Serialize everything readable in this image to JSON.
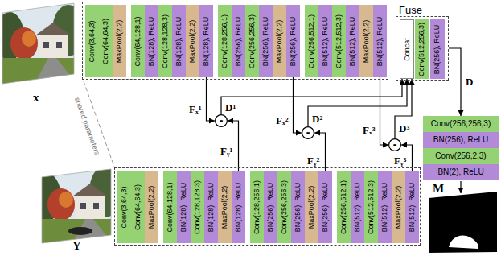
{
  "diagram": {
    "nodes": [
      {
        "text": []
      },
      {
        "text": [
          "Conv(3,64,3)"
        ],
        "in": 0
      },
      {
        "text": [
          "Conv(64,64,3)"
        ],
        "in": 0
      },
      {
        "text": [
          "MaxPool(2,2)"
        ],
        "in": 0
      },
      {
        "text": [
          "Conv(64,128,1)"
        ],
        "in": 0
      },
      {
        "text": [
          "BN(128), ReLU"
        ],
        "in": 0
      },
      {
        "text": [
          "Conv(128,128,3)"
        ],
        "in": 0
      },
      {
        "text": [
          "BN(128), ReLU"
        ],
        "in": 0
      },
      {
        "text": [
          "MaxPool(2,2)"
        ],
        "in": 0
      },
      {
        "text": [
          "BN(128), ReLU"
        ],
        "in": 0
      },
      {
        "text": [
          "Conv(128,256,1)"
        ],
        "in": 0
      },
      {
        "text": [
          "BN(256), ReLU"
        ],
        "in": 0
      },
      {
        "text": [
          "Conv(256,256,3)"
        ],
        "in": 0
      },
      {
        "text": [
          "BN(256), ReLU"
        ],
        "in": 0
      },
      {
        "text": [
          "MaxPool(2,2)"
        ],
        "in": 0
      },
      {
        "text": [
          "BN(256), ReLU"
        ],
        "in": 0
      },
      {
        "text": [
          "Conv(256,512,1)"
        ],
        "in": 0
      },
      {
        "text": [
          "BN(512), ReLU"
        ],
        "in": 0
      },
      {
        "text": [
          "Conv(512,512,3)"
        ],
        "in": 0
      },
      {
        "text": [
          "BN(512), ReLU"
        ],
        "in": 0
      },
      {
        "text": [
          "MaxPool(2,2)"
        ],
        "in": 0
      },
      {
        "text": [
          "BN(512), ReLU"
        ],
        "in": 0
      },
      {
        "text": [
          "Fuse"
        ]
      },
      {
        "text": [
          "Concat"
        ],
        "in": 22
      },
      {
        "text": [
          "Conv(512,256,3)"
        ],
        "in": 22
      },
      {
        "text": [
          "BN(256), ReLU"
        ],
        "in": 22
      },
      {
        "text": [
          "-"
        ]
      },
      {
        "text": [
          "-"
        ]
      },
      {
        "text": [
          "-"
        ]
      },
      {
        "text": [
          "Conv(256,256,3)"
        ]
      },
      {
        "text": [
          "BN(256), ReLU"
        ]
      },
      {
        "text": [
          "Conv(256,2,3)"
        ]
      },
      {
        "text": [
          "BN(2), ReLU"
        ]
      },
      {
        "text": []
      },
      {
        "text": [
          "Conv(3,64,3)"
        ],
        "in": 33
      },
      {
        "text": [
          "Conv(64,64,3)"
        ],
        "in": 33
      },
      {
        "text": [
          "MaxPool(2,2)"
        ],
        "in": 33
      },
      {
        "text": [
          "Conv(64,128,1)"
        ],
        "in": 33
      },
      {
        "text": [
          "BN(128), ReLU"
        ],
        "in": 33
      },
      {
        "text": [
          "Conv(128,128,3)"
        ],
        "in": 33
      },
      {
        "text": [
          "BN(128), ReLU"
        ],
        "in": 33
      },
      {
        "text": [
          "MaxPool(2,2)"
        ],
        "in": 33
      },
      {
        "text": [
          "BN(128), ReLU"
        ],
        "in": 33
      },
      {
        "text": [
          "Conv(128,256,1)"
        ],
        "in": 33
      },
      {
        "text": [
          "BN(256), ReLU"
        ],
        "in": 33
      },
      {
        "text": [
          "Conv(256,256,3)"
        ],
        "in": 33
      },
      {
        "text": [
          "BN(256), ReLU"
        ],
        "in": 33
      },
      {
        "text": [
          "MaxPool(2,2)"
        ],
        "in": 33
      },
      {
        "text": [
          "BN(256), ReLU"
        ],
        "in": 33
      },
      {
        "text": [
          "Conv(256,512,1)"
        ],
        "in": 33
      },
      {
        "text": [
          "BN(512), ReLU"
        ],
        "in": 33
      },
      {
        "text": [
          "Conv(512,512,3)"
        ],
        "in": 33
      },
      {
        "text": [
          "BN(512), ReLU"
        ],
        "in": 33
      },
      {
        "text": [
          "MaxPool(2,2)"
        ],
        "in": 33
      },
      {
        "text": [
          "BN(512), ReLU"
        ],
        "in": 33
      }
    ],
    "edges": [
      {
        "from": 9,
        "to": 26,
        "arrow": "to",
        "label": "Fₓ¹"
      },
      {
        "from": 42,
        "to": 26,
        "arrow": "to",
        "label": "Fᵧ¹"
      },
      {
        "from": 26,
        "to": 23,
        "arrow": "to",
        "label": "D¹"
      },
      {
        "from": 15,
        "to": 27,
        "arrow": "to",
        "label": "Fₓ²"
      },
      {
        "from": 48,
        "to": 27,
        "arrow": "to",
        "label": "Fᵧ²"
      },
      {
        "from": 27,
        "to": 23,
        "arrow": "to",
        "label": "D²"
      },
      {
        "from": 21,
        "to": 28,
        "arrow": "to",
        "label": "Fₓ³"
      },
      {
        "from": 54,
        "to": 28,
        "arrow": "to",
        "label": "Fᵧ³"
      },
      {
        "from": 28,
        "to": 23,
        "arrow": "to",
        "label": "D³"
      },
      {
        "from": 22,
        "to": 29,
        "arrow": "to",
        "label": "D"
      }
    ],
    "labels": [
      "x",
      "shared parameters",
      "Y",
      "M"
    ]
  }
}
